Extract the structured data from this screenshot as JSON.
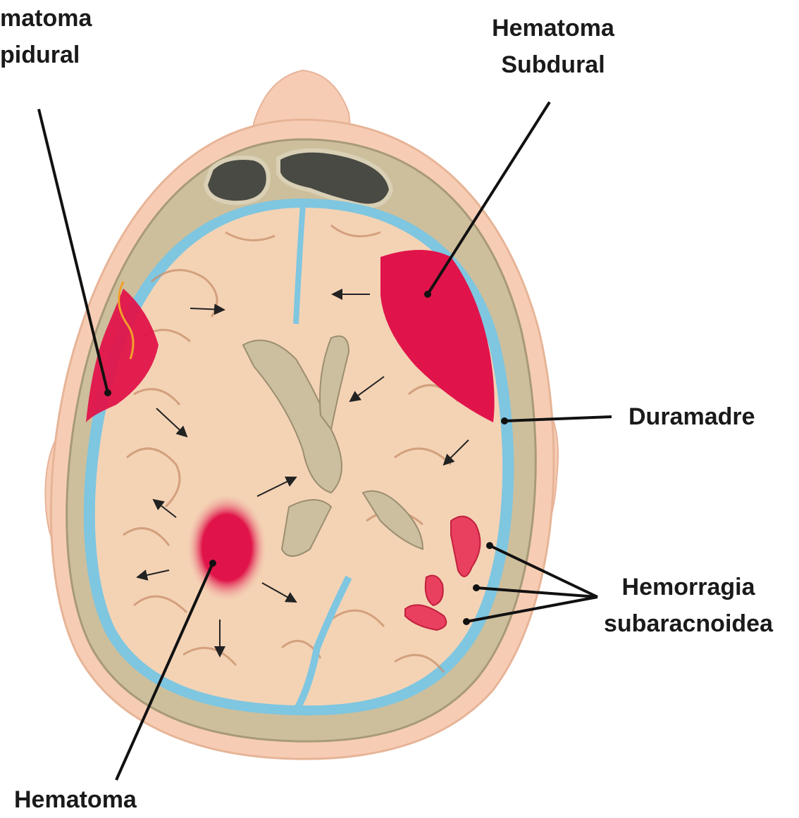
{
  "labels": {
    "epidural_line1": "matoma",
    "epidural_line2": "pidural",
    "subdural_line1": "Hematoma",
    "subdural_line2": "Subdural",
    "duramadre": "Duramadre",
    "subarachnoid_line1": "Hemorragia",
    "subarachnoid_line2": "subaracnoidea",
    "intracerebral_line1": "Hematoma"
  },
  "colors": {
    "skin": "#f6cdb4",
    "bone": "#cdbf9c",
    "dura": "#7fc6e0",
    "brain": "#f4d3b5",
    "hematoma": "#e0144a",
    "ventricle": "#cbbf9f",
    "sinus": "#4a4a44"
  }
}
